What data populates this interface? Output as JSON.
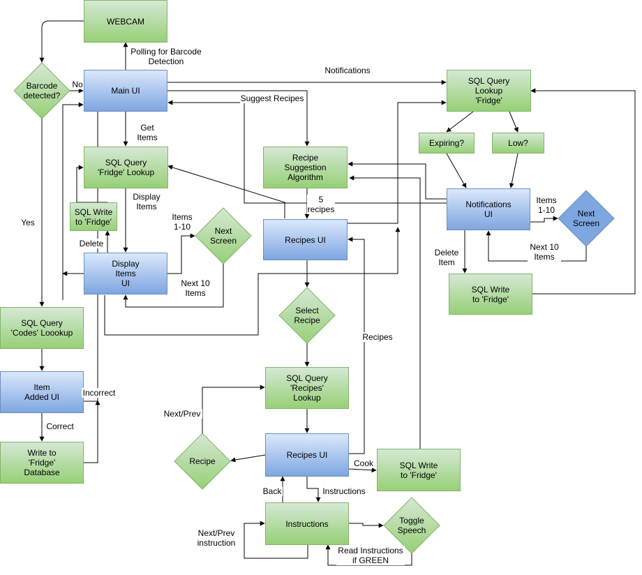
{
  "nodes": {
    "webcam": "WEBCAM",
    "main_ui": "Main UI",
    "sql_fridge_lookup": "SQL Query\n'Fridge' Lookup",
    "sql_write_fridge_left": "SQL Write\nto 'Fridge'",
    "display_items_ui": "Display\nItems\nUI",
    "sql_codes_lookup": "SQL Query\n'Codes' Loookup",
    "item_added_ui": "Item\nAdded UI",
    "write_fridge_db": "Write to\n'Fridge'\nDatabase",
    "recipe_suggestion": "Recipe\nSuggestion\nAlgorithm",
    "recipes_ui_top": "Recipes UI",
    "sql_recipes_lookup": "SQL Query\n'Recipes'\nLookup",
    "recipes_ui_bottom": "Recipes UI",
    "sql_write_fridge_cook": "SQL Write\nto 'Fridge'",
    "instructions": "Instructions",
    "sql_lookup_fridge_right": "SQL Query\nLookup\n'Fridge'",
    "expiring": "Expiring?",
    "low": "Low?",
    "notifications_ui": "Notifications\nUI",
    "sql_write_fridge_right": "SQL Write\nto 'Fridge'"
  },
  "decisions": {
    "barcode_detected": "Barcode\ndetected?",
    "next_screen_left": "Next\nScreen",
    "select_recipe": "Select\nRecipe",
    "recipe": "Recipe",
    "toggle_speech": "Toggle\nSpeech",
    "next_screen_right": "Next\nScreen"
  },
  "labels": {
    "polling": "Polling for Barcode\nDetection",
    "no": "No",
    "yes": "Yes",
    "notifications": "Notifications",
    "suggest_recipes": "Suggest Recipes",
    "get_items": "Get\nItems",
    "display_items": "Display\nItems",
    "delete": "Delete",
    "items_1_10_left": "Items\n1-10",
    "next_10_items_left": "Next 10\nItems",
    "five_recipes": "5\nrecipes",
    "incorrect": "Incorrect",
    "correct": "Correct",
    "recipes": "Recipes",
    "next_prev": "Next/Prev",
    "cook": "Cook",
    "back": "Back",
    "instructions_edge": "Instructions",
    "next_prev_instruction": "Next/Prev\ninstruction",
    "read_instructions": "Read Instructions\nif GREEN",
    "items_1_10_right": "Items\n1-10",
    "next_10_items_right": "Next 10\nItems",
    "delete_item": "Delete\nItem"
  },
  "colors": {
    "green_fill_top": "#d5e8d4",
    "green_fill_bottom": "#97d077",
    "green_border": "#82b366",
    "blue_fill_top": "#dae8fc",
    "blue_fill_bottom": "#7ea6e0",
    "blue_border": "#6c8ebf"
  }
}
